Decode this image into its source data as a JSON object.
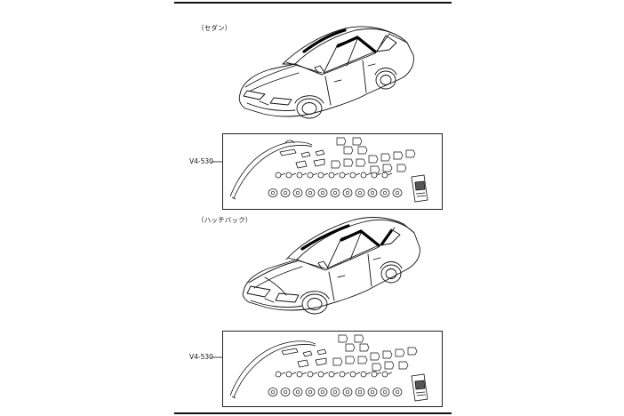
{
  "sections": [
    {
      "label": "（セダン）",
      "part_number": "V4-530"
    },
    {
      "label": "（ハッチバック）",
      "part_number": "V4-530"
    }
  ]
}
